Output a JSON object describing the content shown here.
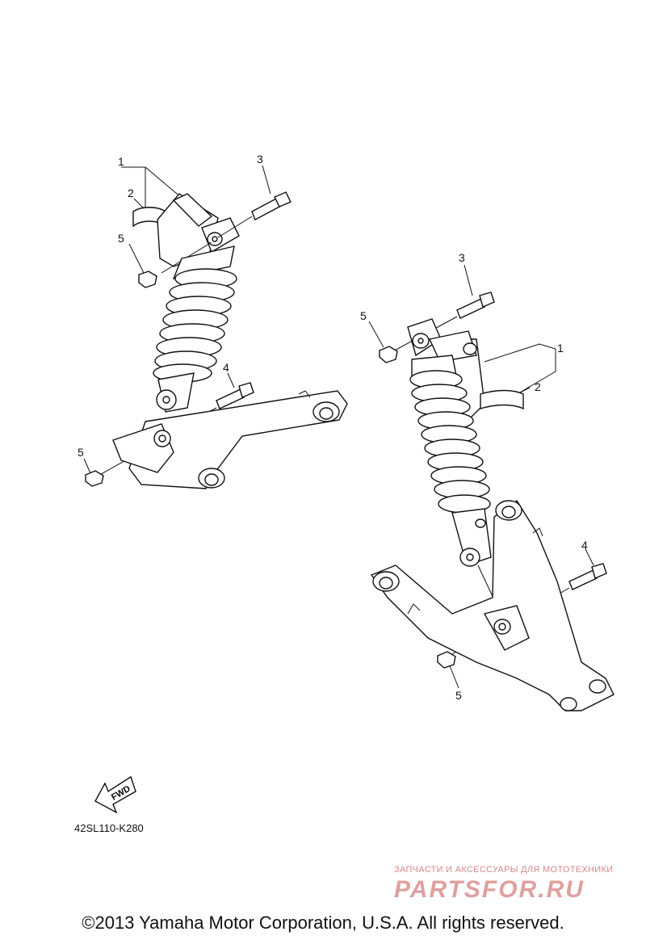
{
  "callouts_left": {
    "shock": "1",
    "band": "2",
    "upper_bolt": "3",
    "lower_bolt": "4",
    "upper_nut": "5",
    "lower_nut": "5"
  },
  "callouts_right": {
    "shock": "1",
    "band": "2",
    "upper_bolt": "3",
    "lower_bolt": "4",
    "upper_nut": "5",
    "lower_nut": "5"
  },
  "fwd_label": "FWD",
  "diagram_code": "42SL110-K280",
  "watermark": {
    "tagline": "ЗАПЧАСТИ И АКСЕССУАРЫ ДЛЯ МОТОТЕХНИКИ",
    "logo": "PARTSFOR.RU"
  },
  "copyright": "©2013 Yamaha Motor Corporation, U.S.A. All rights reserved."
}
